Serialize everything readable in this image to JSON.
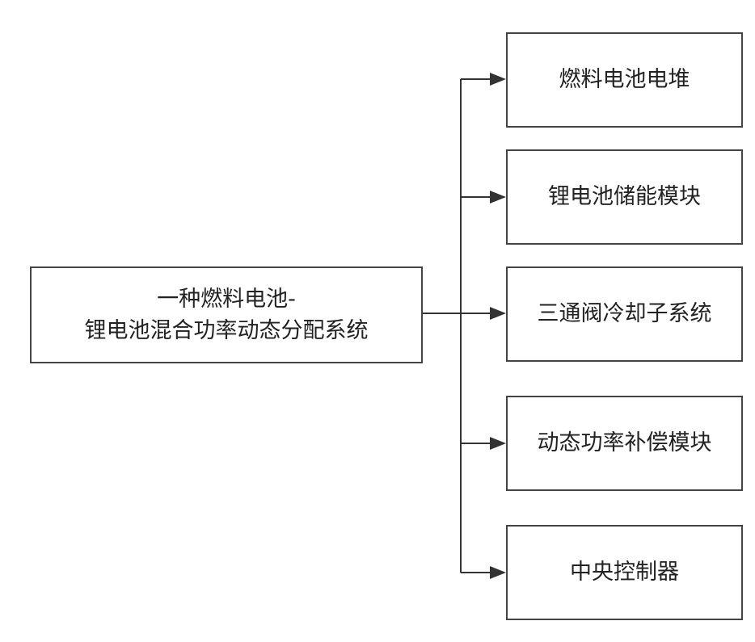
{
  "root": {
    "line1": "一种燃料电池-",
    "line2": "锂电池混合功率动态分配系统"
  },
  "children": [
    {
      "label": "燃料电池电堆"
    },
    {
      "label": "锂电池储能模块"
    },
    {
      "label": "三通阀冷却子系统"
    },
    {
      "label": "动态功率补偿模块"
    },
    {
      "label": "中央控制器"
    }
  ]
}
